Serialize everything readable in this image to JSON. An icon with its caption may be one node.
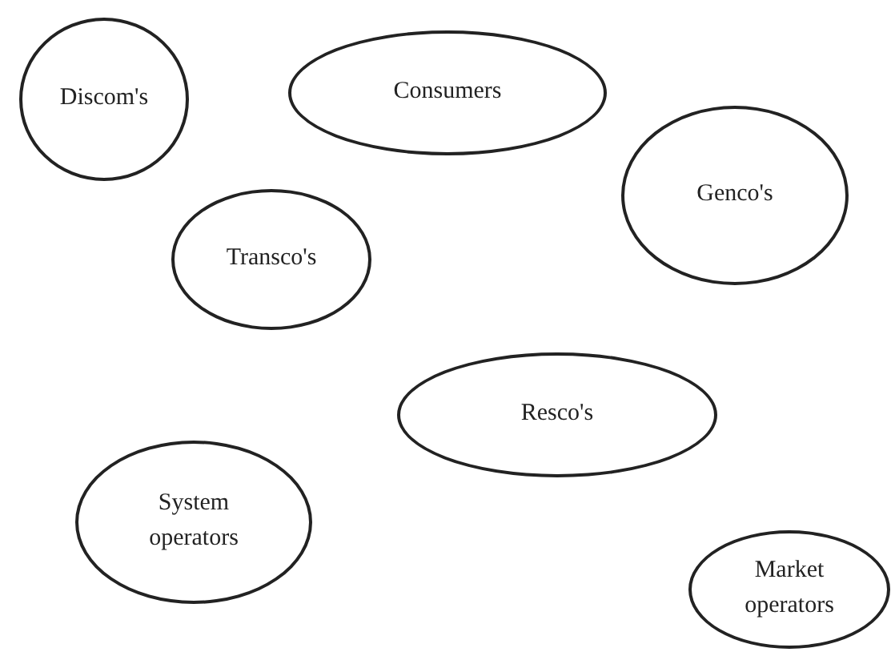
{
  "diagram": {
    "nodes": [
      {
        "text": [
          "Discom's"
        ]
      },
      {
        "text": [
          "Consumers"
        ]
      },
      {
        "text": [
          "Genco's"
        ]
      },
      {
        "text": [
          "Transco's"
        ]
      },
      {
        "text": [
          "Resco's"
        ]
      },
      {
        "text": [
          "System operators"
        ]
      },
      {
        "text": [
          "Market operators"
        ]
      }
    ]
  }
}
